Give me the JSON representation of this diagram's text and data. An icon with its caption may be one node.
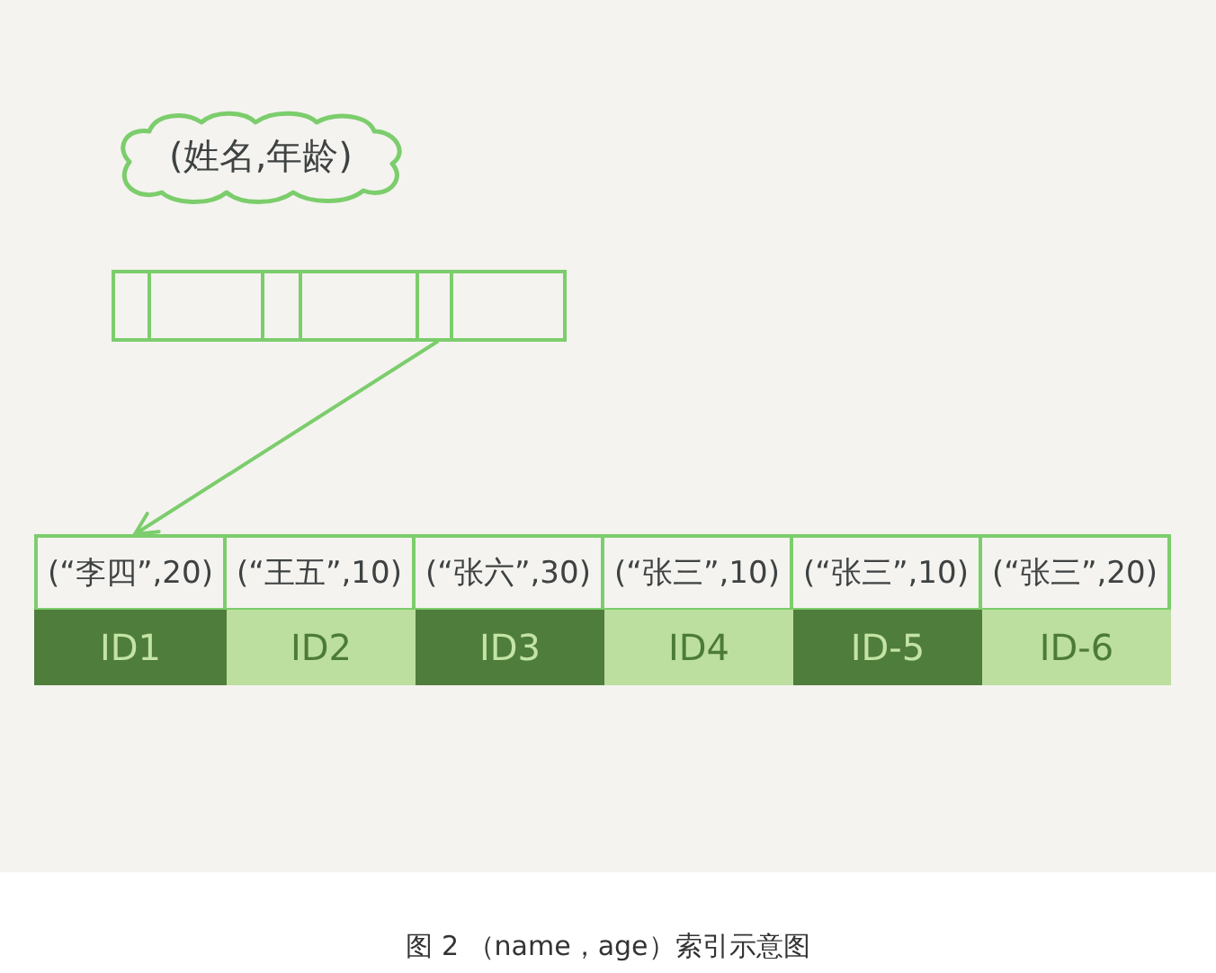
{
  "diagram": {
    "caption": "图 2 （name，age）索引示意图",
    "nodes": [
      {
        "text": [
          "(姓名,年龄)"
        ]
      },
      {
        "text": [],
        "shape": "box"
      },
      {
        "text": [
          "(“李四”,20)"
        ]
      },
      {
        "text": [
          "(“王五”,10)"
        ]
      },
      {
        "text": [
          "(“张六”,30)"
        ]
      },
      {
        "text": [
          "(“张三”,10)"
        ]
      },
      {
        "text": [
          "(“张三”,10)"
        ]
      },
      {
        "text": [
          "(“张三”,20)"
        ]
      },
      {
        "text": [
          "ID1"
        ]
      },
      {
        "text": [
          "ID2"
        ]
      },
      {
        "text": [
          "ID3"
        ]
      },
      {
        "text": [
          "ID4"
        ]
      },
      {
        "text": [
          "ID-5"
        ]
      },
      {
        "text": [
          "ID-6"
        ]
      }
    ],
    "edges": [
      {
        "from": 1,
        "to": 2,
        "arrow": "to"
      }
    ]
  }
}
